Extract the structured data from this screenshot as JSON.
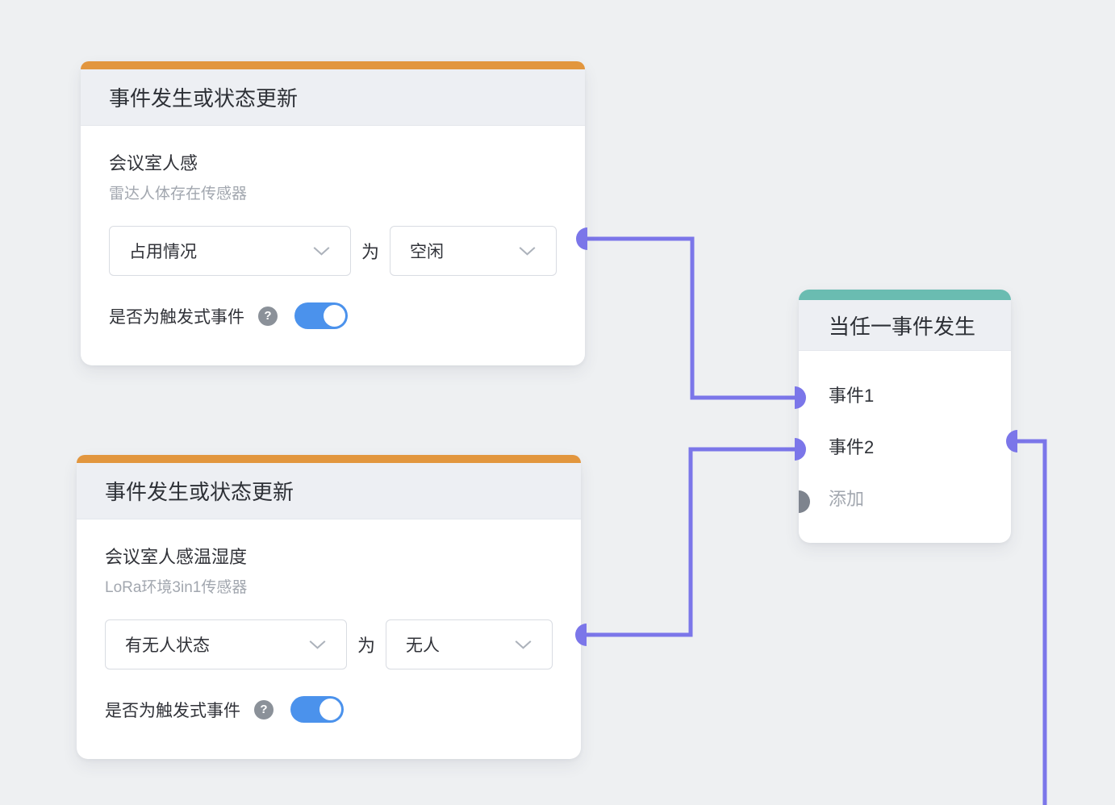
{
  "page": {
    "background": "#EEF0F2"
  },
  "colors": {
    "trigger_accent_orange": "#E2963E",
    "event_accent_teal": "#6ABCB1",
    "connector_purple": "#7B76E9",
    "toggle_on_blue": "#4B92EC",
    "add_port_gray": "#7E848E",
    "card_header_gray": "#EDEFF3",
    "primary_text": "#303238",
    "secondary_text": "#A2A7AF"
  },
  "trigger_cards": [
    {
      "header": "事件发生或状态更新",
      "device_name": "会议室人感",
      "device_type": "雷达人体存在传感器",
      "property_value": "占用情况",
      "relation": "为",
      "state_value": "空闲",
      "toggle_label": "是否为触发式事件",
      "toggle_state": "on"
    },
    {
      "header": "事件发生或状态更新",
      "device_name": "会议室人感温湿度",
      "device_type": "LoRa环境3in1传感器",
      "property_value": "有无人状态",
      "relation": "为",
      "state_value": "无人",
      "toggle_label": "是否为触发式事件",
      "toggle_state": "on"
    }
  ],
  "event_card": {
    "header": "当任一事件发生",
    "events": [
      {
        "label": "事件1"
      },
      {
        "label": "事件2"
      }
    ],
    "add_label": "添加"
  },
  "connections": [
    {
      "from": "trigger-1-output",
      "to": "event-1-input"
    },
    {
      "from": "trigger-2-output",
      "to": "event-2-input"
    },
    {
      "from": "event-card-output",
      "to": "offscreen-bottom"
    }
  ],
  "icons": {
    "help_glyph": "?",
    "chevron_down_icon": "chevron-down",
    "port_icon": "half-circle"
  }
}
